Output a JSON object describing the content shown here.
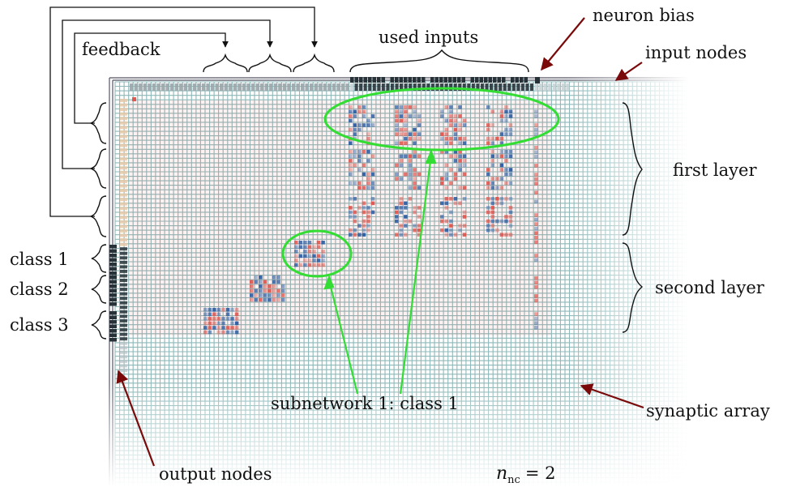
{
  "labels": {
    "feedback": "feedback",
    "used_inputs": "used inputs",
    "neuron_bias": "neuron bias",
    "input_nodes": "input nodes",
    "first_layer": "first layer",
    "second_layer": "second layer",
    "class_1": "class 1",
    "class_2": "class 2",
    "class_3": "class 3",
    "subnetwork": "subnetwork 1: class 1",
    "synaptic_array": "synaptic array",
    "output_nodes": "output nodes",
    "nnc_symbol": "n",
    "nnc_subscript": "nc",
    "nnc_value": "= 2"
  },
  "colors": {
    "excitatory": "#e0524a",
    "inhibitory": "#2a5aa0",
    "node_dark": "#263238",
    "grid": "#8fb8b8",
    "highlight": "#33dd33",
    "annotation_arrow": "#7a0a0a",
    "bracket": "#111111"
  }
}
